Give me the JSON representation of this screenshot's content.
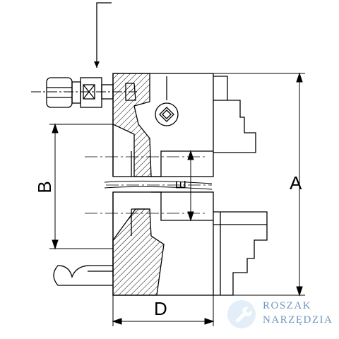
{
  "dimensions": {
    "a_label": "A",
    "b_label": "B",
    "d_label": "D",
    "e_label": "E"
  },
  "watermark": {
    "line1": "ROSZAK",
    "line2": "NARZĘDZIA",
    "icon": "wrench-icon",
    "accent_color": "#6f97bd"
  }
}
